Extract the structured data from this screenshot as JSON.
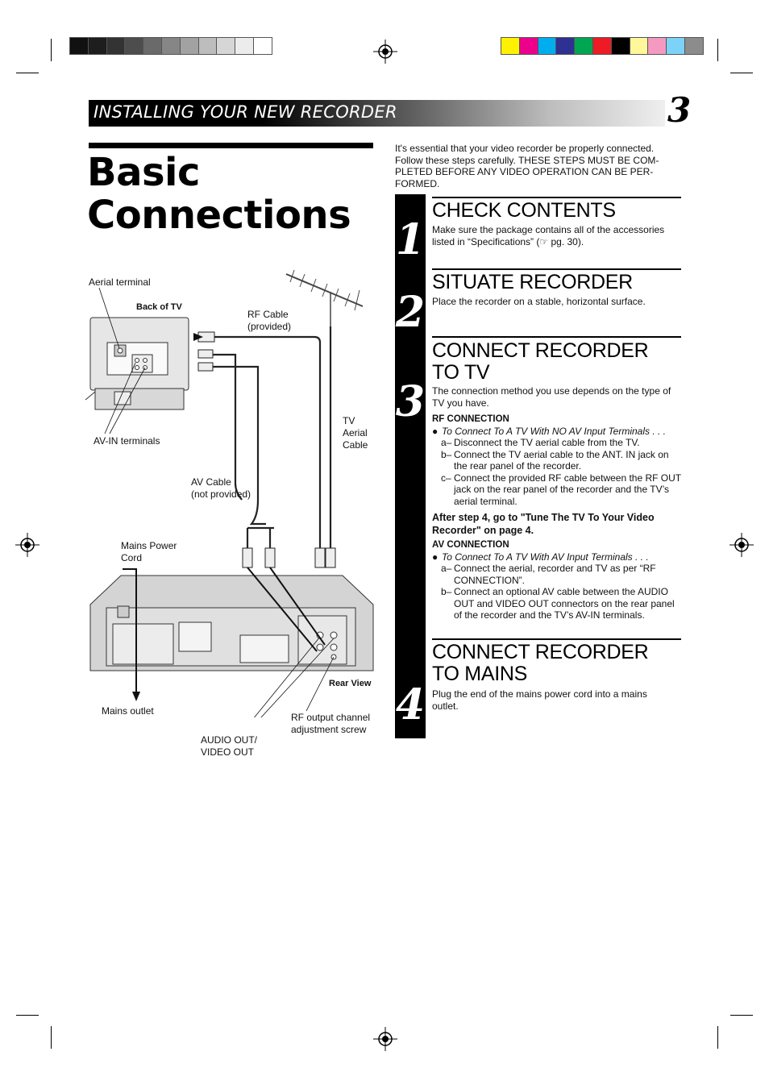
{
  "header": {
    "section_title": "INSTALLING YOUR NEW RECORDER",
    "page_number": "3"
  },
  "color_bars": {
    "grays": [
      "#111111",
      "#1e1e1e",
      "#333333",
      "#4d4d4d",
      "#6a6a6a",
      "#868686",
      "#a2a2a2",
      "#bdbdbd",
      "#d6d6d6",
      "#ececec",
      "#ffffff"
    ],
    "colors": [
      "#fff200",
      "#ec008c",
      "#00aeef",
      "#2e3192",
      "#00a651",
      "#ed1c24",
      "#000000",
      "#fff799",
      "#f49ac1",
      "#7dd3f7",
      "#8c8c8c"
    ]
  },
  "title": {
    "line1": "Basic",
    "line2": "Connections"
  },
  "intro": "It's essential that your video recorder be properly connected. Follow these steps carefully. THESE STEPS MUST BE COM-PLETED BEFORE ANY VIDEO OPERATION CAN BE PER-FORMED.",
  "steps": [
    {
      "number": "1",
      "title": "CHECK CONTENTS",
      "body": "Make sure the package contains all of the accessories listed in “Specifications” (☞ pg. 30)."
    },
    {
      "number": "2",
      "title": "SITUATE RECORDER",
      "body": "Place the recorder on a stable, horizontal surface."
    },
    {
      "number": "3",
      "title": "CONNECT RECORDER TO TV",
      "body": "The connection method you use depends on the type of TV you have.",
      "rf_heading": "RF CONNECTION",
      "rf_bullet": "To Connect To A TV With NO AV Input Terminals . . .",
      "rf_items": [
        {
          "key": "a–",
          "text": "Disconnect the TV aerial cable from the TV."
        },
        {
          "key": "b–",
          "text": "Connect the TV aerial cable to the ANT. IN jack on the rear panel of the recorder."
        },
        {
          "key": "c–",
          "text": "Connect the provided RF cable between the RF OUT jack on the rear panel of the recorder and the TV’s aerial terminal."
        }
      ],
      "after_note": "After step 4, go to \"Tune The TV To Your Video Recorder\" on page 4.",
      "av_heading": "AV CONNECTION",
      "av_bullet": "To Connect To A TV With AV Input Terminals . . .",
      "av_items": [
        {
          "key": "a–",
          "text": "Connect the aerial, recorder and TV as per “RF CONNECTION”."
        },
        {
          "key": "b–",
          "text": "Connect an optional AV cable between the AUDIO OUT and VIDEO OUT connectors on the rear panel of the recorder and the TV’s AV-IN terminals."
        }
      ]
    },
    {
      "number": "4",
      "title": "CONNECT RECORDER TO MAINS",
      "body": "Plug the end of the mains power cord into a mains outlet."
    }
  ],
  "diagram": {
    "aerial_terminal": "Aerial terminal",
    "back_of_tv": "Back of TV",
    "rf_cable_l1": "RF Cable",
    "rf_cable_l2": "(provided)",
    "av_in": "AV-IN terminals",
    "tv_aerial_l1": "TV",
    "tv_aerial_l2": "Aerial",
    "tv_aerial_l3": "Cable",
    "av_cable_l1": "AV Cable",
    "av_cable_l2": "(not provided)",
    "mains_cord_l1": "Mains Power",
    "mains_cord_l2": "Cord",
    "rear_view": "Rear View",
    "mains_outlet": "Mains outlet",
    "rf_screw_l1": "RF output channel",
    "rf_screw_l2": "adjustment screw",
    "audio_out_l1": "AUDIO OUT/",
    "audio_out_l2": "VIDEO OUT"
  }
}
